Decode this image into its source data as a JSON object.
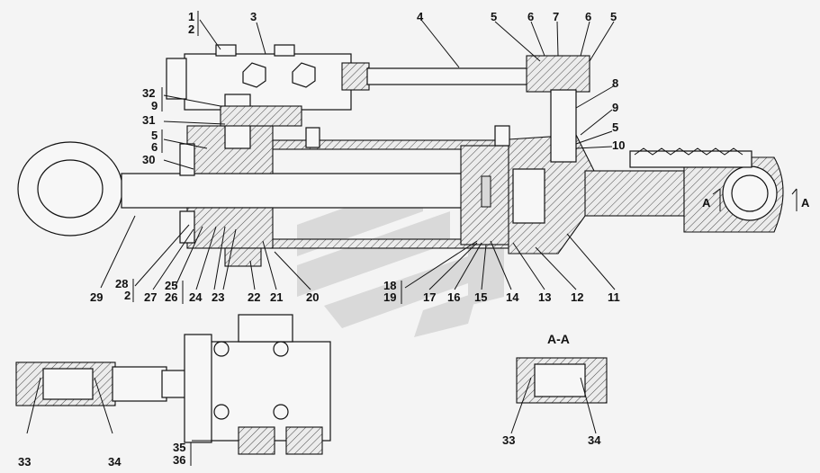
{
  "section_label": "A-A",
  "section_marker": "A",
  "callouts": [
    "1",
    "2",
    "3",
    "4",
    "5",
    "6",
    "7",
    "6",
    "5",
    "8",
    "9",
    "5",
    "10",
    "32",
    "9",
    "31",
    "5",
    "6",
    "30",
    "29",
    "28",
    "2",
    "27",
    "25",
    "26",
    "24",
    "23",
    "22",
    "21",
    "20",
    "18",
    "19",
    "17",
    "16",
    "15",
    "14",
    "13",
    "12",
    "11",
    "35",
    "36",
    "33",
    "34",
    "33",
    "34"
  ],
  "watermark_color": "#bdbdbd"
}
